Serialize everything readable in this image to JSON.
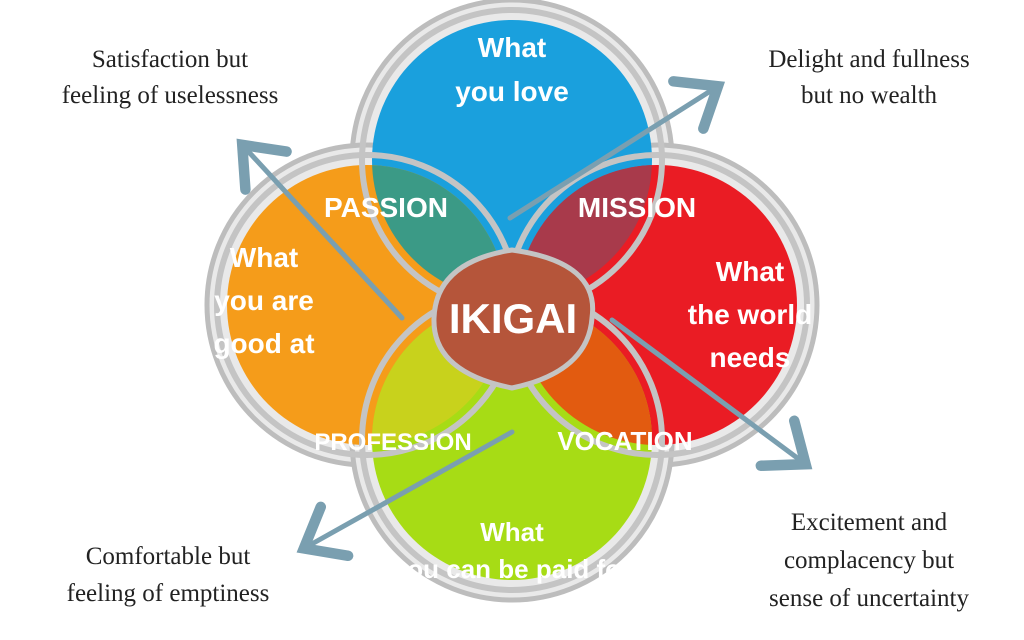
{
  "colors": {
    "love": "#1aa0dd",
    "good_at": "#f59c1a",
    "world_needs": "#ea1c24",
    "paid_for": "#a7dc15",
    "passion": "#3b9a86",
    "mission": "#a83a4b",
    "profession": "#c8d21c",
    "vocation": "#e25b10",
    "ikigai": "#b5553a",
    "ring": "#bdbdbd",
    "arrow": "#7a9fb0"
  },
  "circles": {
    "love": [
      "What",
      "you love"
    ],
    "good_at": [
      "What",
      "you are",
      "good at"
    ],
    "world_needs": [
      "What",
      "the world",
      "needs"
    ],
    "paid_for": [
      "What",
      "you can be paid for"
    ]
  },
  "regions": {
    "passion": "PASSION",
    "mission": "MISSION",
    "profession": "PROFESSION",
    "vocation": "VOCATION"
  },
  "center": "IKIGAI",
  "notes": {
    "top_left": [
      "Satisfaction but",
      "feeling of uselessness"
    ],
    "top_right": [
      "Delight and fullness",
      "but no wealth"
    ],
    "bottom_left": [
      "Comfortable but",
      "feeling of emptiness"
    ],
    "bottom_right": [
      "Excitement and",
      "complacency but",
      "sense of uncertainty"
    ]
  }
}
